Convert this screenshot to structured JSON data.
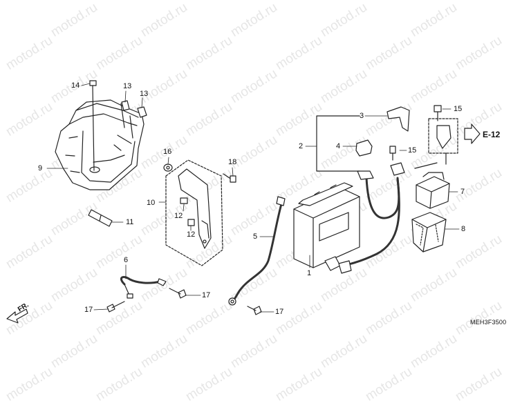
{
  "watermark": "motod.ru",
  "labels": {
    "p1": "1",
    "p2": "2",
    "p3": "3",
    "p4": "4",
    "p5": "5",
    "p6": "6",
    "p7": "7",
    "p8": "8",
    "p9": "9",
    "p10": "10",
    "p11": "11",
    "p12a": "12",
    "p12b": "12",
    "p13a": "13",
    "p13b": "13",
    "p14": "14",
    "p15a": "15",
    "p15b": "15",
    "p16": "16",
    "p17a": "17",
    "p17b": "17",
    "p17c": "17",
    "p18": "18"
  },
  "reference": "E-12",
  "front_marker": "FR.",
  "diagram_code": "MEH3F3500"
}
